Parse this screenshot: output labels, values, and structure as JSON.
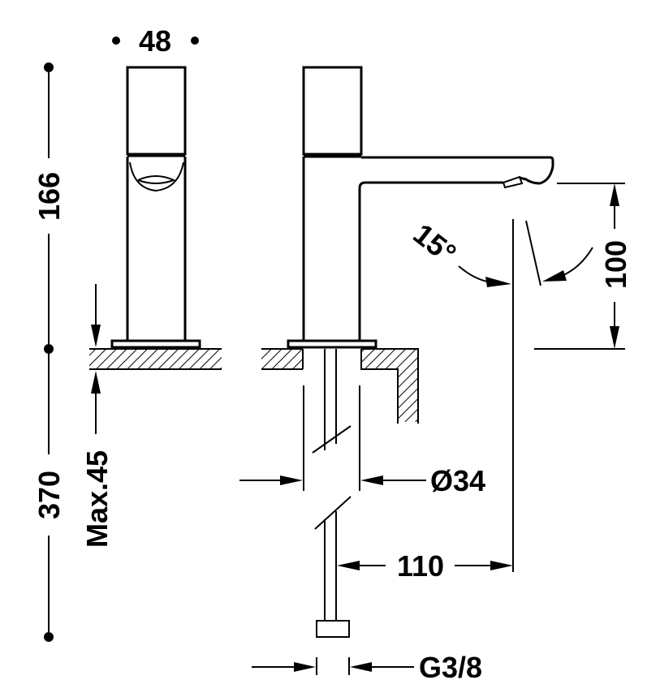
{
  "title": "Faucet dimension drawing",
  "dimensions": {
    "width_top": "48",
    "upper_height": "166",
    "lower_height": "370",
    "max_deck_thickness": "Max.45",
    "spout_angle": "15°",
    "spout_clearance": "100",
    "hole_diameter": "Ø34",
    "spout_reach": "110",
    "connection_thread": "G3/8"
  },
  "colors": {
    "line": "#000000",
    "background": "#ffffff"
  }
}
